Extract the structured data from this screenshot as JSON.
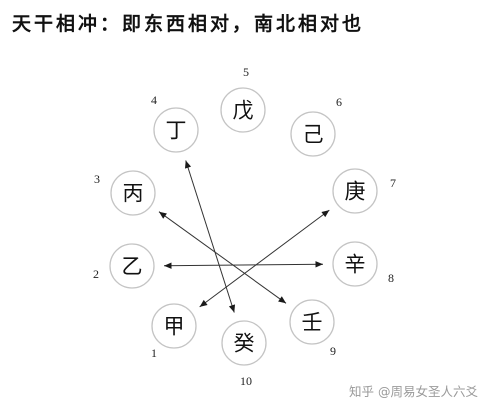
{
  "title": "天干相冲：即东西相对，南北相对也",
  "stems": [
    {
      "number": "1",
      "char": "甲"
    },
    {
      "number": "2",
      "char": "乙"
    },
    {
      "number": "3",
      "char": "丙"
    },
    {
      "number": "4",
      "char": "丁"
    },
    {
      "number": "5",
      "char": "戊"
    },
    {
      "number": "6",
      "char": "己"
    },
    {
      "number": "7",
      "char": "庚"
    },
    {
      "number": "8",
      "char": "辛"
    },
    {
      "number": "9",
      "char": "壬"
    },
    {
      "number": "10",
      "char": "癸"
    }
  ],
  "clashes": [
    {
      "from": "3",
      "to": "9"
    },
    {
      "from": "2",
      "to": "8"
    },
    {
      "from": "1",
      "to": "7"
    },
    {
      "from": "4",
      "to": "10"
    }
  ],
  "watermark": "知乎 @周易女圣人六爻"
}
